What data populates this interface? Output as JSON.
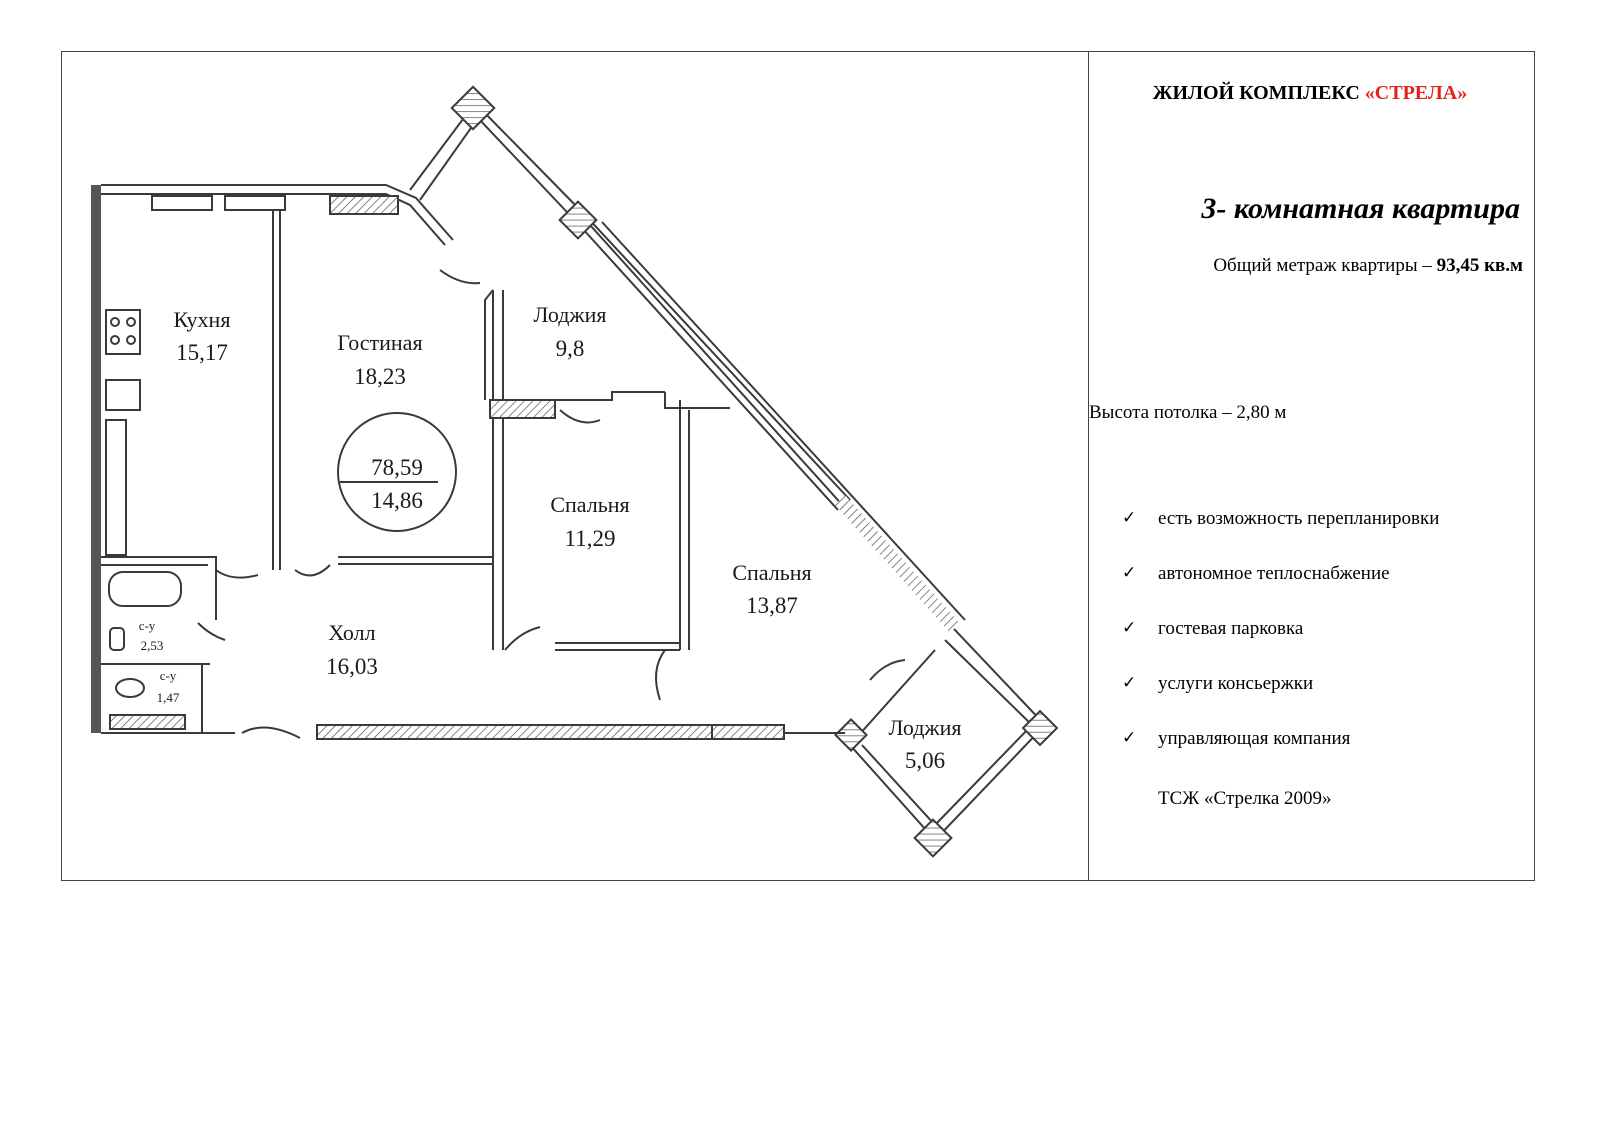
{
  "header": {
    "complex_prefix": "ЖИЛОЙ КОМПЛЕКС",
    "complex_name": "«СТРЕЛА»",
    "complex_name_color": "#e2231a"
  },
  "apartment": {
    "type": "3- комнатная квартира",
    "total_area_label": "Общий метраж квартиры –",
    "total_area_value": "93,45 кв.м",
    "ceiling_height": "Высота потолка – 2,80 м"
  },
  "features": [
    "есть возможность перепланировки",
    "автономное теплоснабжение",
    "гостевая парковка",
    "услуги консьержки",
    "управляющая компания"
  ],
  "management_company_name": "ТСЖ «Стрелка 2009»",
  "check_icon": "check-mark-icon",
  "floor_plan": {
    "rooms": [
      {
        "name": "Кухня",
        "area": "15,17"
      },
      {
        "name": "Гостиная",
        "area": "18,23"
      },
      {
        "name": "Лоджия",
        "area": "9,8"
      },
      {
        "name": "Спальня",
        "area": "11,29"
      },
      {
        "name": "Спальня",
        "area": "13,87"
      },
      {
        "name": "Холл",
        "area": "16,03"
      },
      {
        "name": "Лоджия",
        "area": "5,06"
      },
      {
        "name": "с-у",
        "area": "2,53"
      },
      {
        "name": "с-у",
        "area": "1,47"
      }
    ],
    "total_living_area": "78,59",
    "secondary_area": "14,86"
  }
}
